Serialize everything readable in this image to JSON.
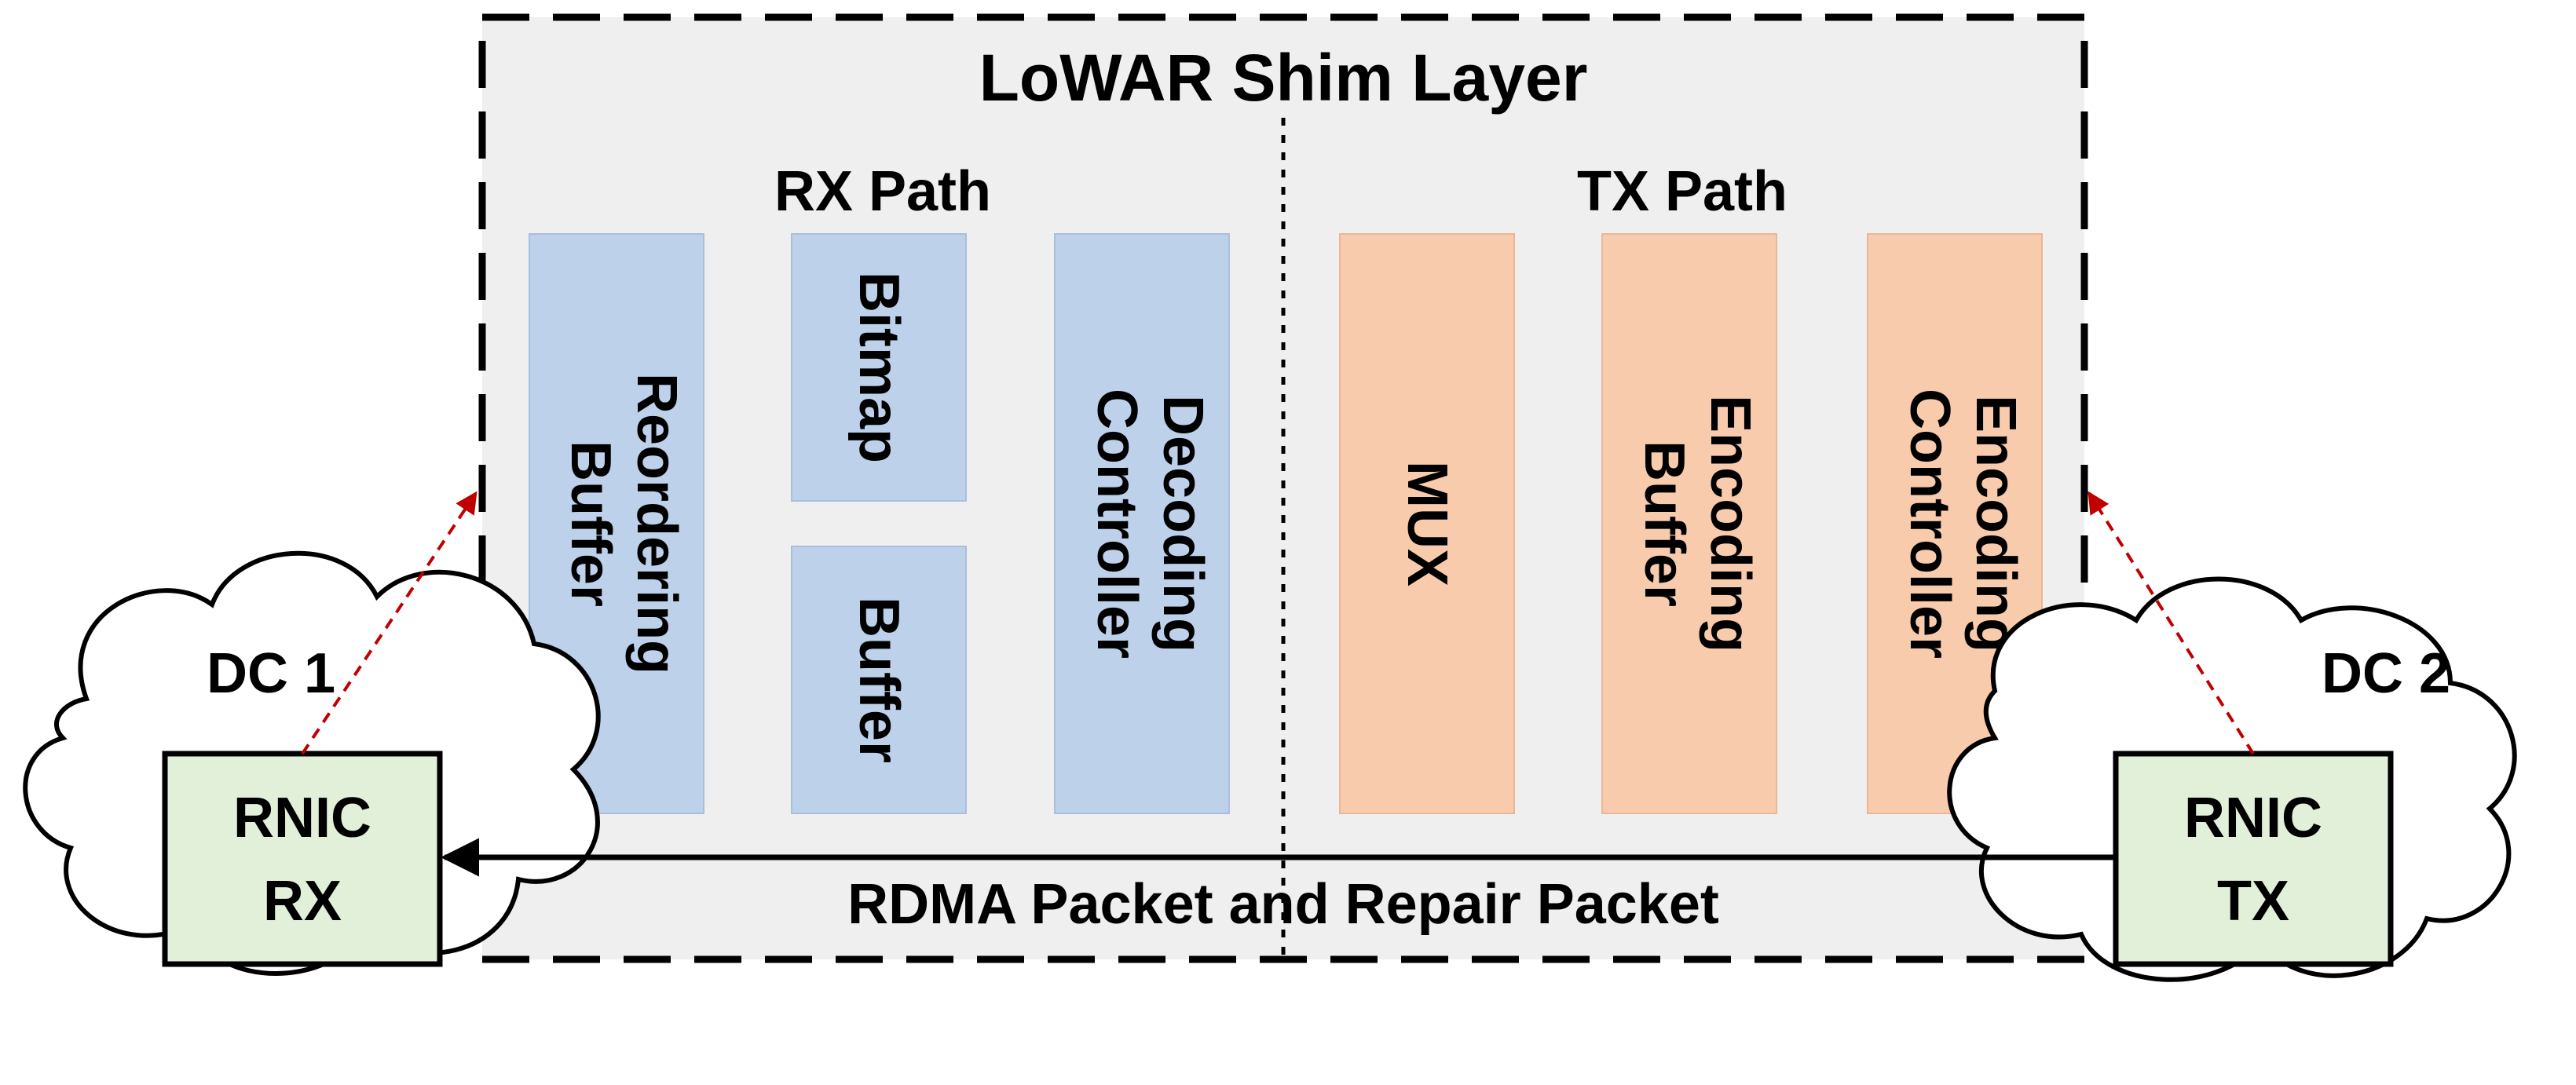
{
  "title": "LoWAR Shim Layer",
  "rx_path": {
    "label": "RX Path",
    "blocks": [
      {
        "lines": [
          "Reordering",
          "Buffer"
        ]
      },
      {
        "lines": [
          "Bitmap"
        ]
      },
      {
        "lines": [
          "Buffer"
        ]
      },
      {
        "lines": [
          "Decoding",
          "Controller"
        ]
      }
    ]
  },
  "tx_path": {
    "label": "TX Path",
    "blocks": [
      {
        "lines": [
          "MUX"
        ]
      },
      {
        "lines": [
          "Encoding",
          "Buffer"
        ]
      },
      {
        "lines": [
          "Encoding",
          "Controller"
        ]
      }
    ]
  },
  "dc_left": {
    "label": "DC 1",
    "rnic_lines": [
      "RNIC",
      "RX"
    ]
  },
  "dc_right": {
    "label": "DC 2",
    "rnic_lines": [
      "RNIC",
      "TX"
    ]
  },
  "flow_label": "RDMA Packet and Repair Packet",
  "colors": {
    "rx_block": "#BDD1EA",
    "tx_block": "#F8CBAD",
    "rnic_fill": "#E2EFD9",
    "shim_fill": "#EFEFEF",
    "dashed_arrow": "#C00000"
  }
}
